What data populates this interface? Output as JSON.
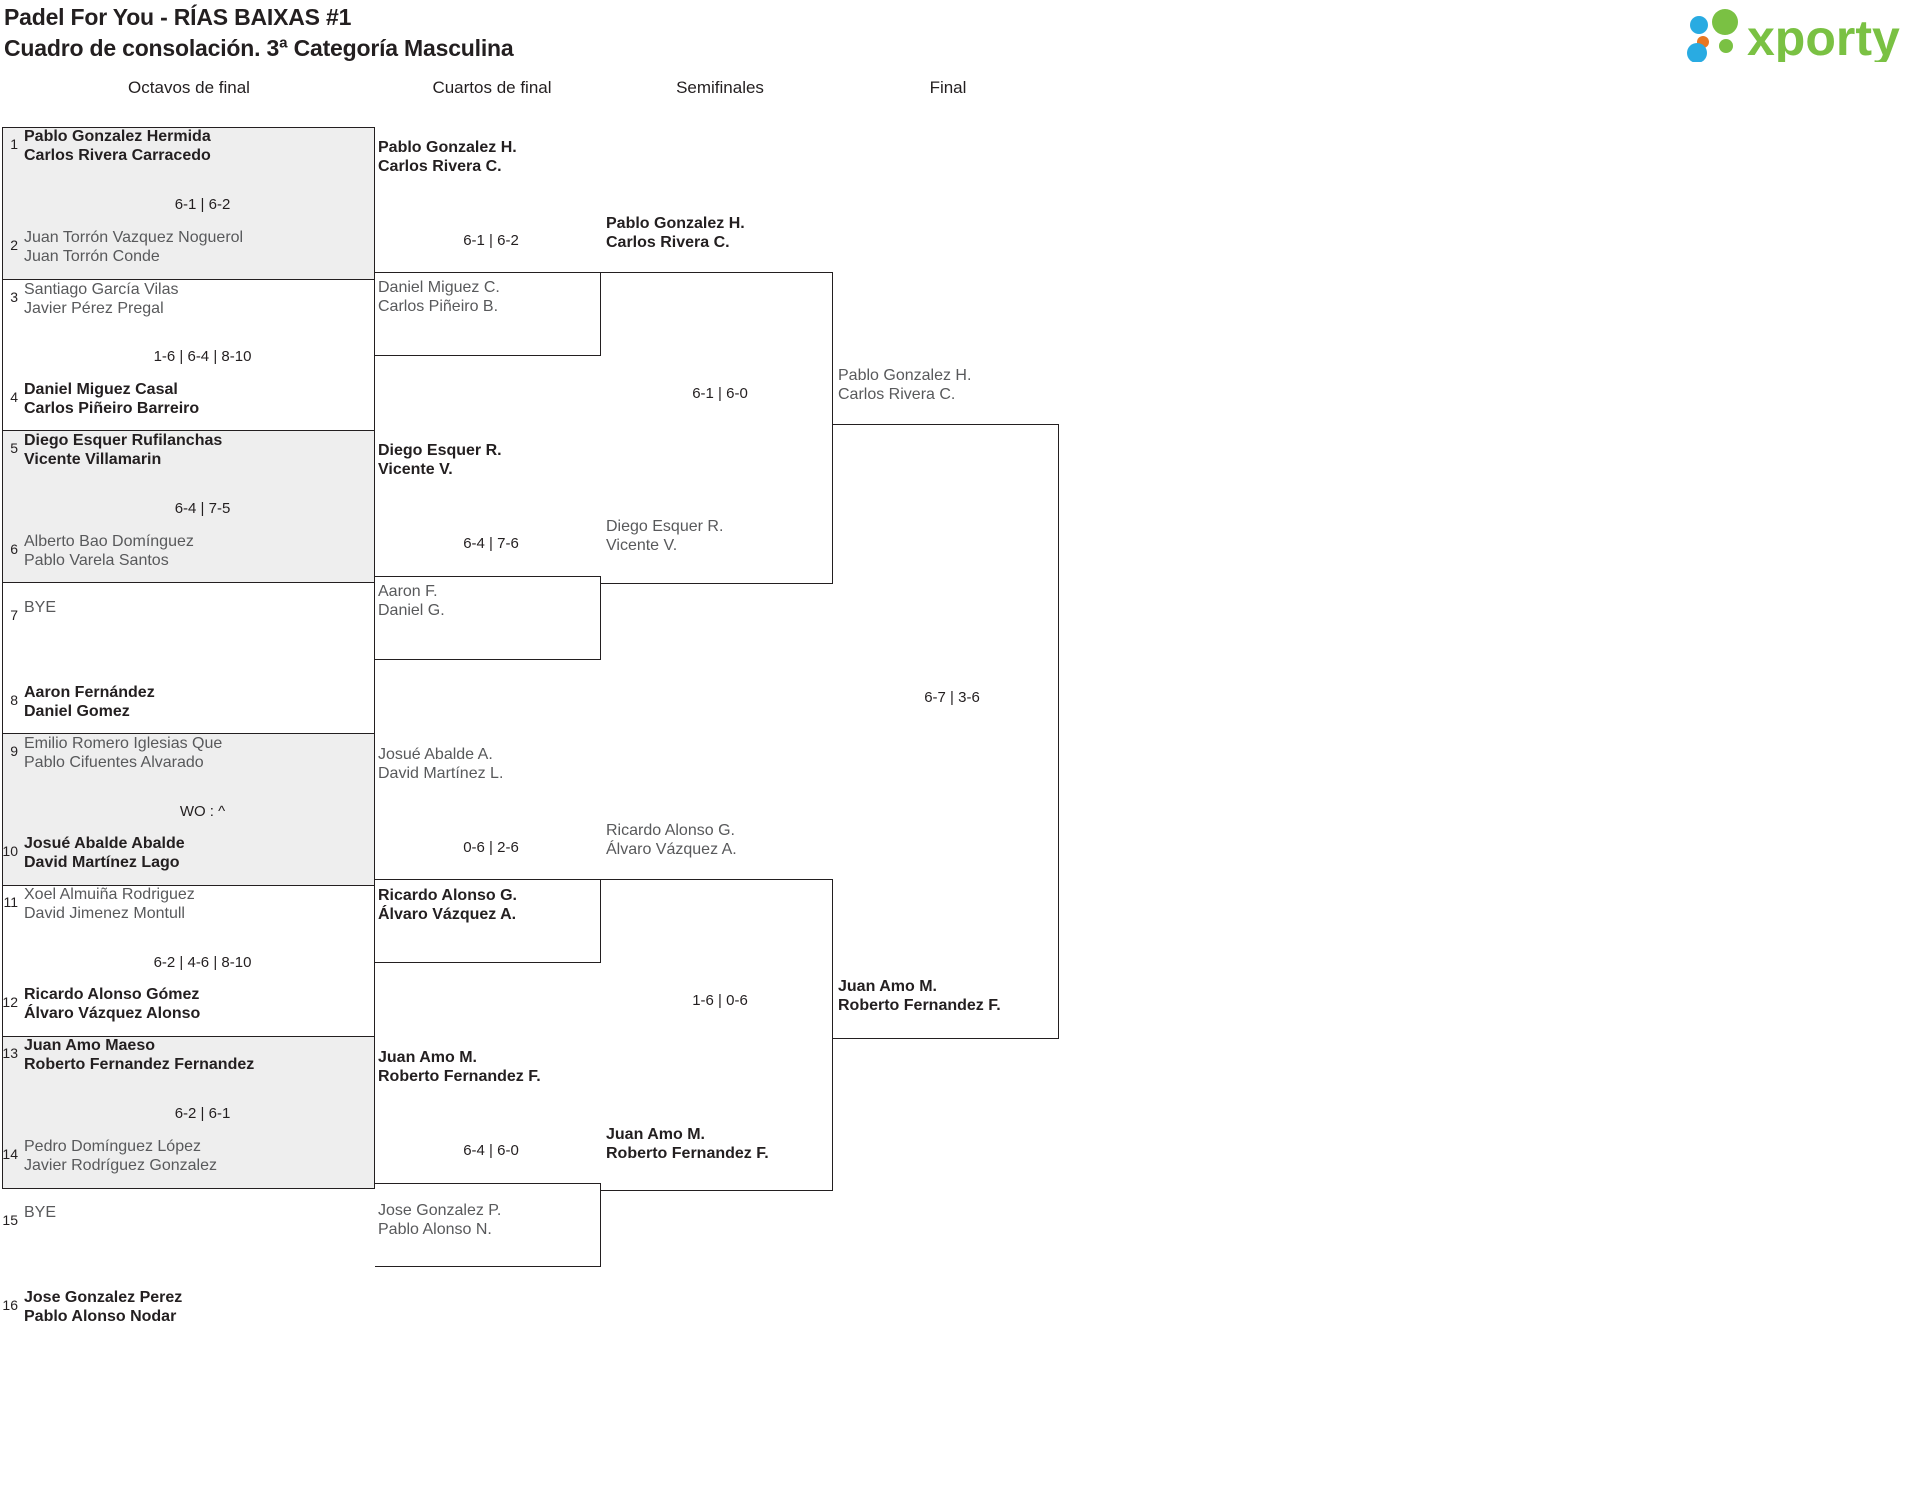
{
  "header": {
    "title_line1": "Padel For You - RÍAS BAIXAS #1",
    "title_line2": "Cuadro de consolación. 3ª Categoría Masculina",
    "logo_text": "xporty",
    "logo_colors": {
      "blue": "#29ABE2",
      "orange": "#E87722",
      "green": "#7AC143"
    }
  },
  "rounds": [
    {
      "label": "Octavos de final"
    },
    {
      "label": "Cuartos de final"
    },
    {
      "label": "Semifinales"
    },
    {
      "label": "Final"
    }
  ],
  "r16": [
    {
      "seed": "1",
      "p1": "Pablo Gonzalez Hermida",
      "p2": "Carlos Rivera Carracedo",
      "result": "winner"
    },
    {
      "seed": "2",
      "p1": "Juan Torrón Vazquez Noguerol",
      "p2": "Juan Torrón Conde",
      "result": "loser"
    },
    {
      "seed": "3",
      "p1": "Santiago García Vilas",
      "p2": "Javier Pérez Pregal",
      "result": "loser"
    },
    {
      "seed": "4",
      "p1": "Daniel Miguez Casal",
      "p2": "Carlos Piñeiro Barreiro",
      "result": "winner"
    },
    {
      "seed": "5",
      "p1": "Diego Esquer Rufilanchas",
      "p2": "Vicente Villamarin",
      "result": "winner"
    },
    {
      "seed": "6",
      "p1": "Alberto Bao Domínguez",
      "p2": "Pablo Varela Santos",
      "result": "loser"
    },
    {
      "seed": "7",
      "p1": "BYE",
      "p2": "",
      "result": "loser"
    },
    {
      "seed": "8",
      "p1": "Aaron Fernández",
      "p2": "Daniel Gomez",
      "result": "winner"
    },
    {
      "seed": "9",
      "p1": "Emilio Romero Iglesias Que",
      "p2": "Pablo Cifuentes Alvarado",
      "result": "loser"
    },
    {
      "seed": "10",
      "p1": "Josué Abalde Abalde",
      "p2": "David Martínez Lago",
      "result": "winner"
    },
    {
      "seed": "11",
      "p1": "Xoel Almuiña Rodriguez",
      "p2": "David Jimenez Montull",
      "result": "loser"
    },
    {
      "seed": "12",
      "p1": "Ricardo Alonso Gómez",
      "p2": "Álvaro Vázquez Alonso",
      "result": "winner"
    },
    {
      "seed": "13",
      "p1": "Juan Amo Maeso",
      "p2": "Roberto Fernandez Fernandez",
      "result": "winner"
    },
    {
      "seed": "14",
      "p1": "Pedro Domínguez López",
      "p2": "Javier Rodríguez Gonzalez",
      "result": "loser"
    },
    {
      "seed": "15",
      "p1": "BYE",
      "p2": "",
      "result": "loser"
    },
    {
      "seed": "16",
      "p1": "Jose Gonzalez Perez",
      "p2": "Pablo Alonso Nodar",
      "result": "winner"
    }
  ],
  "r16_scores": [
    "6-1 | 6-2",
    "1-6 | 6-4 | 8-10",
    "6-4 | 7-5",
    "",
    "WO : ^",
    "6-2 | 4-6 | 8-10",
    "6-2 | 6-1",
    ""
  ],
  "qf": [
    {
      "p1": "Pablo Gonzalez H.",
      "p2": "Carlos Rivera C.",
      "result": "winner"
    },
    {
      "p1": "Daniel Miguez C.",
      "p2": "Carlos Piñeiro B.",
      "result": "loser"
    },
    {
      "p1": "Diego Esquer R.",
      "p2": "Vicente V.",
      "result": "winner"
    },
    {
      "p1": "Aaron F.",
      "p2": "Daniel G.",
      "result": "loser"
    },
    {
      "p1": "Josué Abalde A.",
      "p2": "David Martínez L.",
      "result": "loser"
    },
    {
      "p1": "Ricardo Alonso G.",
      "p2": "Álvaro Vázquez A.",
      "result": "winner"
    },
    {
      "p1": "Juan Amo M.",
      "p2": "Roberto Fernandez F.",
      "result": "winner"
    },
    {
      "p1": "Jose Gonzalez P.",
      "p2": "Pablo Alonso N.",
      "result": "loser"
    }
  ],
  "qf_scores": [
    "6-1 | 6-2",
    "6-4 | 7-6",
    "0-6 | 2-6",
    "6-4 | 6-0"
  ],
  "sf": [
    {
      "p1": "Pablo Gonzalez H.",
      "p2": "Carlos Rivera C.",
      "result": "winner"
    },
    {
      "p1": "Diego Esquer R.",
      "p2": "Vicente V.",
      "result": "loser"
    },
    {
      "p1": "Ricardo Alonso G.",
      "p2": "Álvaro Vázquez A.",
      "result": "loser"
    },
    {
      "p1": "Juan Amo M.",
      "p2": "Roberto Fernandez F.",
      "result": "winner"
    }
  ],
  "sf_scores": [
    "6-1 | 6-0",
    "1-6 | 0-6"
  ],
  "final": [
    {
      "p1": "Pablo Gonzalez H.",
      "p2": "Carlos Rivera C.",
      "result": "loser"
    },
    {
      "p1": "Juan Amo M.",
      "p2": "Roberto Fernandez F.",
      "result": "winner"
    }
  ],
  "final_scores": [
    "6-7 | 3-6"
  ]
}
